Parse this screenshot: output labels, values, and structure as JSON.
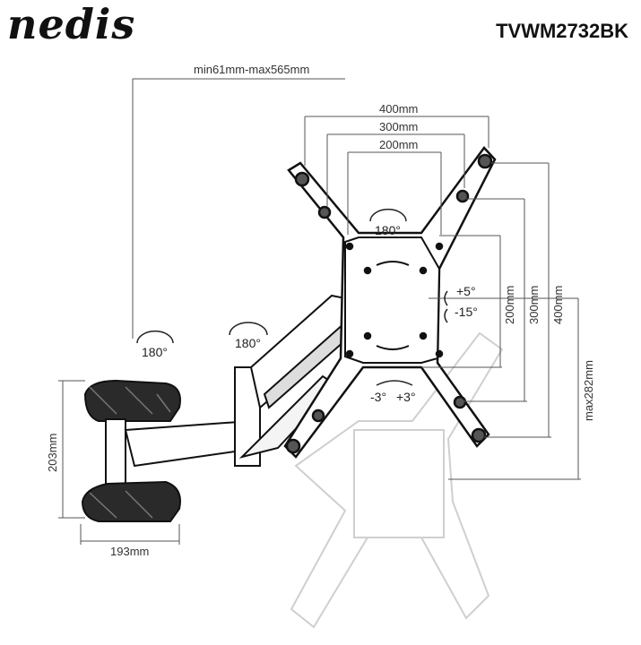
{
  "header": {
    "brand": "nedis",
    "model": "TVWM2732BK"
  },
  "dimensions": {
    "arm_extension": "min61mm-max565mm",
    "vesa_w_400": "400mm",
    "vesa_w_300": "300mm",
    "vesa_w_200": "200mm",
    "vesa_h_200": "200mm",
    "vesa_h_300": "300mm",
    "vesa_h_400": "400mm",
    "max_height": "max282mm",
    "wall_plate_height": "203mm",
    "wall_plate_width": "193mm"
  },
  "angles": {
    "swivel_wall": "180°",
    "swivel_arm": "180°",
    "rotate_plate": "180°",
    "tilt_up": "+5°",
    "tilt_down": "-15°",
    "level_left": "-3°",
    "level_right": "+3°"
  },
  "colors": {
    "line": "#1a1a1a",
    "dim": "#555555",
    "ghost": "#c8c8c8",
    "plate_fill": "#ffffff",
    "pad_fill": "#2b2b2b"
  }
}
